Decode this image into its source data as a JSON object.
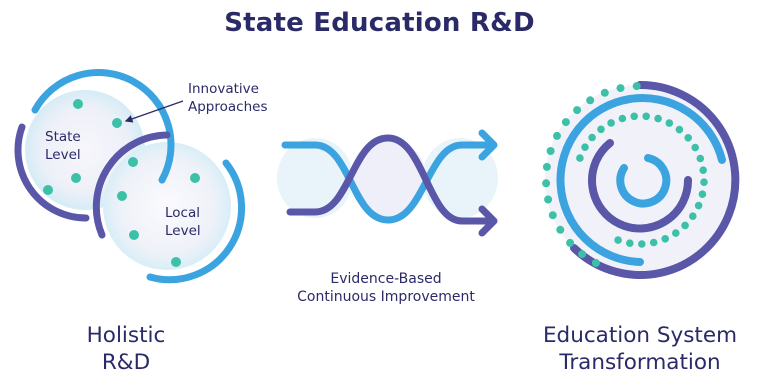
{
  "title": "State Education R&D",
  "holistic": {
    "innovative_line1": "Innovative",
    "innovative_line2": "Approaches",
    "state_line1": "State",
    "state_line2": "Level",
    "local_line1": "Local",
    "local_line2": "Level",
    "caption_line1": "Holistic",
    "caption_line2": "R&D"
  },
  "improvement": {
    "caption_line1": "Evidence-Based",
    "caption_line2": "Continuous Improvement"
  },
  "transformation": {
    "caption_line1": "Education System",
    "caption_line2": "Transformation"
  },
  "colors": {
    "navy": "#2b2a68",
    "purple": "#5a56a8",
    "blue": "#3aa3e0",
    "teal": "#3cc1a8",
    "glow": "#dff1f8"
  }
}
